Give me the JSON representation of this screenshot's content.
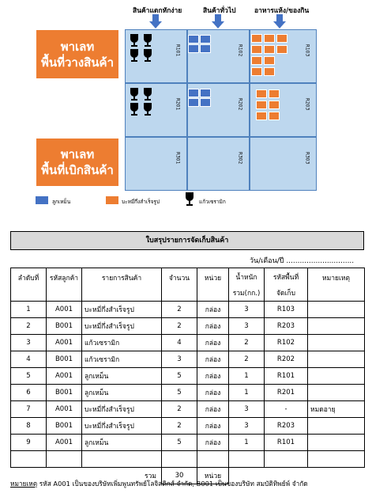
{
  "categories": [
    "สินค้าแตกหักง่าย",
    "สินค้าทั่วไป",
    "อาหารแห้ง/ของกิน"
  ],
  "pallet_storage": [
    "พาเลท",
    "พื้นที่วางสินค้า"
  ],
  "pallet_pick": [
    "พาเลท",
    "พื้นที่เบิกสินค้า"
  ],
  "locations": {
    "R101": "R101",
    "R102": "R102",
    "R103": "R103",
    "R201": "R201",
    "R202": "R202",
    "R203": "R203",
    "R301": "R301",
    "R302": "R302",
    "R303": "R303"
  },
  "legend": {
    "blue_label": "ลูกเหม็น",
    "orange_label": "บะหมี่กึ่งสำเร็จรูป",
    "glass_label": "แก้วเซรามิก",
    "blue_color": "#4472c4",
    "orange_color": "#ed7d31",
    "glass_icon": "wine-glass-icon"
  },
  "doc": {
    "title": "ใบสรุปรายการจัดเก็บสินค้า",
    "date_line": "วัน/เดือน/ปี ..............................",
    "headers": {
      "no": "ลำดับที่",
      "customer": "รหัสลูกค้า",
      "item": "รายการสินค้า",
      "qty": "จำนวน",
      "unit": "หน่วย",
      "weight_1": "น้ำหนัก",
      "weight_2": "รวม(กก.)",
      "loc_1": "รหัสพื้นที่",
      "loc_2": "จัดเก็บ",
      "note": "หมายเหตุ"
    },
    "rows": [
      {
        "no": "1",
        "customer": "A001",
        "item": "บะหมี่กึ่งสำเร็จรูป",
        "qty": "2",
        "unit": "กล่อง",
        "weight": "3",
        "loc": "R103",
        "note": ""
      },
      {
        "no": "2",
        "customer": "B001",
        "item": "บะหมี่กึ่งสำเร็จรูป",
        "qty": "2",
        "unit": "กล่อง",
        "weight": "3",
        "loc": "R203",
        "note": ""
      },
      {
        "no": "3",
        "customer": "A001",
        "item": "แก้วเซรามิก",
        "qty": "4",
        "unit": "กล่อง",
        "weight": "2",
        "loc": "R102",
        "note": ""
      },
      {
        "no": "4",
        "customer": "B001",
        "item": "แก้วเซรามิก",
        "qty": "3",
        "unit": "กล่อง",
        "weight": "2",
        "loc": "R202",
        "note": ""
      },
      {
        "no": "5",
        "customer": "A001",
        "item": "ลูกเหม็น",
        "qty": "5",
        "unit": "กล่อง",
        "weight": "1",
        "loc": "R101",
        "note": ""
      },
      {
        "no": "6",
        "customer": "B001",
        "item": "ลูกเหม็น",
        "qty": "5",
        "unit": "กล่อง",
        "weight": "1",
        "loc": "R201",
        "note": ""
      },
      {
        "no": "7",
        "customer": "A001",
        "item": "บะหมี่กึ่งสำเร็จรูป",
        "qty": "2",
        "unit": "กล่อง",
        "weight": "3",
        "loc": "-",
        "note": "หมดอายุ"
      },
      {
        "no": "8",
        "customer": "B001",
        "item": "บะหมี่กึ่งสำเร็จรูป",
        "qty": "2",
        "unit": "กล่อง",
        "weight": "3",
        "loc": "R203",
        "note": ""
      },
      {
        "no": "9",
        "customer": "A001",
        "item": "ลูกเหม็น",
        "qty": "5",
        "unit": "กล่อง",
        "weight": "1",
        "loc": "R101",
        "note": ""
      }
    ],
    "total_label": "รวม",
    "total_qty": "30",
    "total_unit": "หน่วย",
    "footnote_label": "หมายเหตุ",
    "footnote_text": " รหัส A001 เป็นของบริษัทเพิ่มพูนทรัพย์โลจิสติกส์ จำกัด, B001 เป็นของบริษัท สมบัติทิพย์พ์ จำกัด"
  }
}
